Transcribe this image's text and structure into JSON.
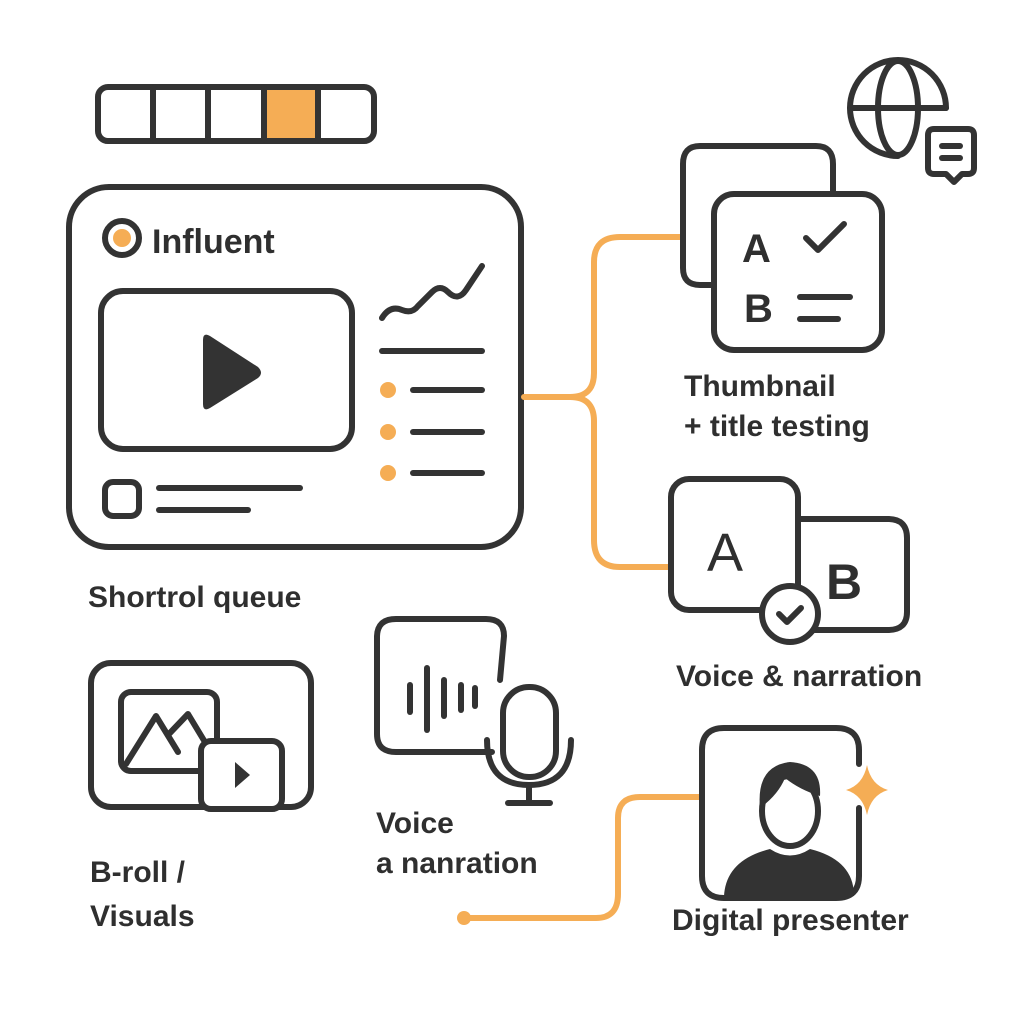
{
  "colors": {
    "accent": "#F5AD55",
    "ink": "#333333",
    "background": "#FFFFFF"
  },
  "progress": {
    "segments": 5,
    "active_index": 3
  },
  "main_card": {
    "brand": "Influent",
    "icons": [
      "logo-ring-icon",
      "play-icon",
      "sparkline-icon",
      "bullet-list-icon",
      "checkbox-icon"
    ],
    "label": "Shortrol queue"
  },
  "thumbnail_testing": {
    "letter_a": "A",
    "letter_b": "B",
    "label_line1": "Thumbnail",
    "label_line2": "+ title testing"
  },
  "ab_voice": {
    "letter_a": "A",
    "letter_b": "B",
    "label": "Voice & narration"
  },
  "broll": {
    "label_line1": "B-roll /",
    "label_line2": "Visuals"
  },
  "voice": {
    "label_line1": "Voice",
    "label_line2": "a nanration"
  },
  "presenter": {
    "label": "Digital presenter"
  },
  "globe": {
    "icon": "globe-icon"
  }
}
